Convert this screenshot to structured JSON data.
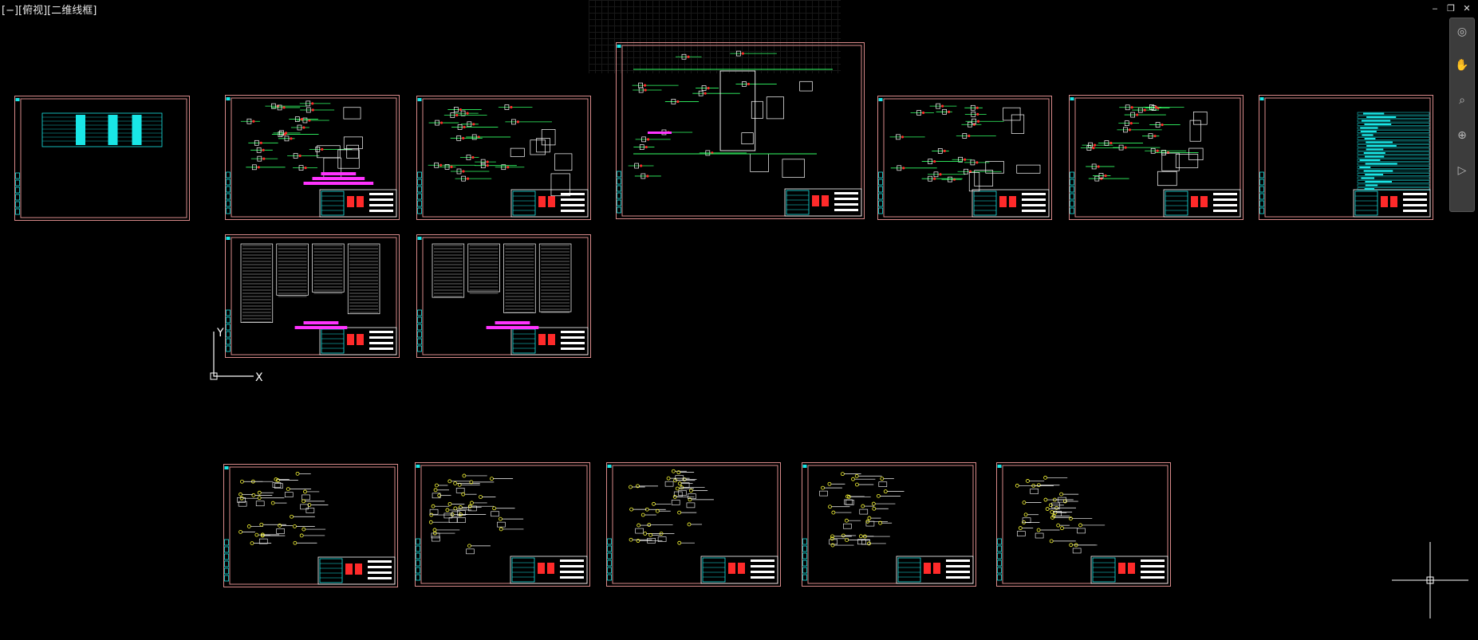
{
  "viewport": {
    "label": "[−][俯视][二维线框]"
  },
  "window_controls": {
    "minimize": "‒",
    "restore": "❐",
    "close": "✕"
  },
  "ucs": {
    "x_label": "X",
    "y_label": "Y"
  },
  "nav_bar": {
    "tools": [
      "steering-wheel-icon",
      "pan-icon",
      "zoom-icon",
      "orbit-icon",
      "showmotion-icon"
    ]
  },
  "colors": {
    "frame_border": "#d98a8a",
    "cyan": "#19e6e6",
    "magenta": "#ff33ff",
    "green": "#33ff66",
    "red": "#ff2a2a",
    "white": "#ffffff",
    "yellow": "#ffff33"
  },
  "sheets": [
    {
      "id": "s1",
      "kind": "table"
    },
    {
      "id": "s2",
      "kind": "schematic"
    },
    {
      "id": "s3",
      "kind": "schematic"
    },
    {
      "id": "s4",
      "kind": "schematic-large"
    },
    {
      "id": "s5",
      "kind": "schematic"
    },
    {
      "id": "s6",
      "kind": "schematic"
    },
    {
      "id": "s7",
      "kind": "table-right"
    },
    {
      "id": "s8",
      "kind": "terminal"
    },
    {
      "id": "s9",
      "kind": "terminal"
    },
    {
      "id": "s10",
      "kind": "symbols"
    },
    {
      "id": "s11",
      "kind": "symbols"
    },
    {
      "id": "s12",
      "kind": "symbols"
    },
    {
      "id": "s13",
      "kind": "symbols"
    },
    {
      "id": "s14",
      "kind": "symbols"
    }
  ]
}
